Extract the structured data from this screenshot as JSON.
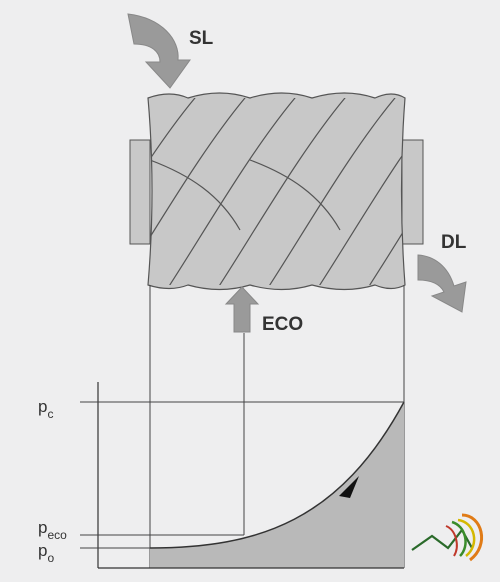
{
  "labels": {
    "suction_line": "SL",
    "discharge_line": "DL",
    "economizer": "ECO"
  },
  "pressure_labels": {
    "condensing": {
      "base": "p",
      "sub": "c"
    },
    "economizer": {
      "base": "p",
      "sub": "eco"
    },
    "evaporating": {
      "base": "p",
      "sub": "o"
    }
  },
  "colors": {
    "background": "#eeeeef",
    "screw_fill": "#c8c8c8",
    "arrow_fill": "#9a9a9a",
    "area_fill": "#b9b9b9",
    "line": "#333333"
  },
  "logo": {
    "icon": "amd-logo-icon"
  }
}
